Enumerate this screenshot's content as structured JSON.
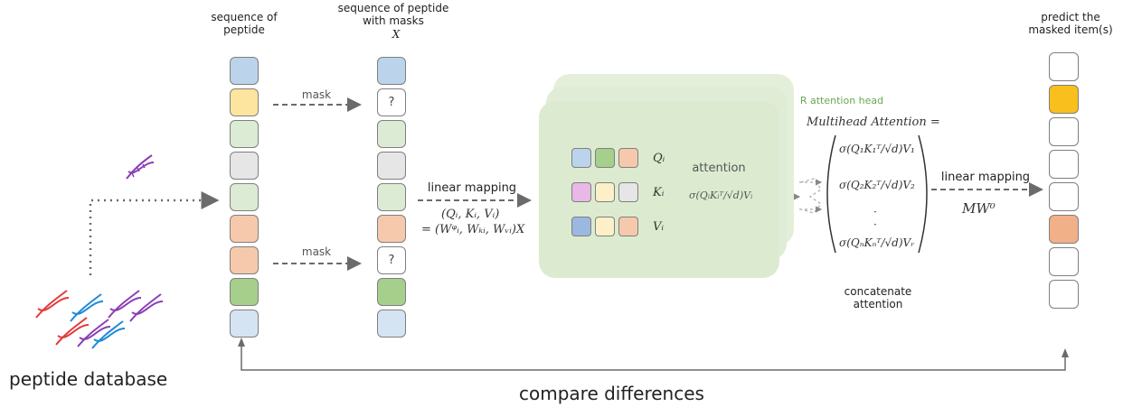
{
  "left_column": {
    "title": "sequence of peptide",
    "colors": [
      "#bcd3ec",
      "#fde5a0",
      "#dcebd3",
      "#e6e6e6",
      "#dcebd3",
      "#f6c9ad",
      "#f6c9ad",
      "#a7cf8c",
      "#d5e4f3"
    ]
  },
  "mid_column": {
    "title": "sequence of peptide with masks",
    "var": "X",
    "cells": [
      {
        "color": "#bcd3ec",
        "text": ""
      },
      {
        "color": "#ffffff",
        "text": "?"
      },
      {
        "color": "#dcebd3",
        "text": ""
      },
      {
        "color": "#e6e6e6",
        "text": ""
      },
      {
        "color": "#dcebd3",
        "text": ""
      },
      {
        "color": "#f6c9ad",
        "text": ""
      },
      {
        "color": "#ffffff",
        "text": "?"
      },
      {
        "color": "#a7cf8c",
        "text": ""
      },
      {
        "color": "#d5e4f3",
        "text": ""
      }
    ]
  },
  "mask_label": "mask",
  "linear_mapping_label": "linear mapping",
  "qkv_formula": {
    "line1": "(Qᵢ, Kᵢ, Vᵢ)",
    "line2": "= (Wᵠᵢ, Wₖᵢ, Wᵥᵢ)X"
  },
  "attention_block": {
    "head_label": "R attention head",
    "attention_label": "attention",
    "q_label": "Qᵢ",
    "k_label": "Kᵢ",
    "v_label": "Vᵢ",
    "sigma_formula": "σ(QᵢKᵢᵀ/√d)Vᵢ",
    "q_colors": [
      "#bcd3ec",
      "#a7cf8c",
      "#f6c9ad"
    ],
    "k_colors": [
      "#e8b8e6",
      "#fdf0c8",
      "#e6e6e6"
    ],
    "v_colors": [
      "#9bb8e0",
      "#fdf0c8",
      "#f6c9ad"
    ]
  },
  "multihead": {
    "title": "Multihead Attention =",
    "row1": "σ(Q₁K₁ᵀ/√d)V₁",
    "row2": "σ(Q₂K₂ᵀ/√d)V₂",
    "rowN": "σ(QₙKₙᵀ/√d)Vᵣ",
    "concat_label": "concatenate attention"
  },
  "output": {
    "linear_mapping_label": "linear mapping",
    "mw_label": "MW⁰",
    "title": "predict the masked item(s)",
    "colors": [
      "#ffffff",
      "#f9bf1c",
      "#ffffff",
      "#ffffff",
      "#ffffff",
      "#f1b088",
      "#ffffff",
      "#ffffff"
    ]
  },
  "database_label": "peptide database",
  "compare_label": "compare differences",
  "colors": {
    "arrow": "#6b6b6b",
    "card": "#dcebd0",
    "card_back": "#e4efd9",
    "green_text": "#6aa84f"
  }
}
